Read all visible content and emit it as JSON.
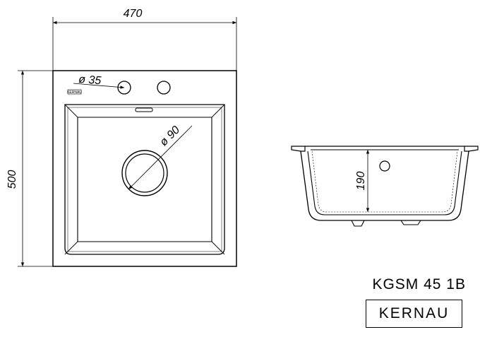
{
  "top_view": {
    "width_label": "470",
    "height_label": "500",
    "tap_hole_label": "ø 35",
    "drain_label": "ø 90",
    "logo_text": "KERNAU"
  },
  "side_view": {
    "depth_label": "190"
  },
  "footer": {
    "model": "KGSM 45 1B",
    "brand": "KERNAU"
  }
}
